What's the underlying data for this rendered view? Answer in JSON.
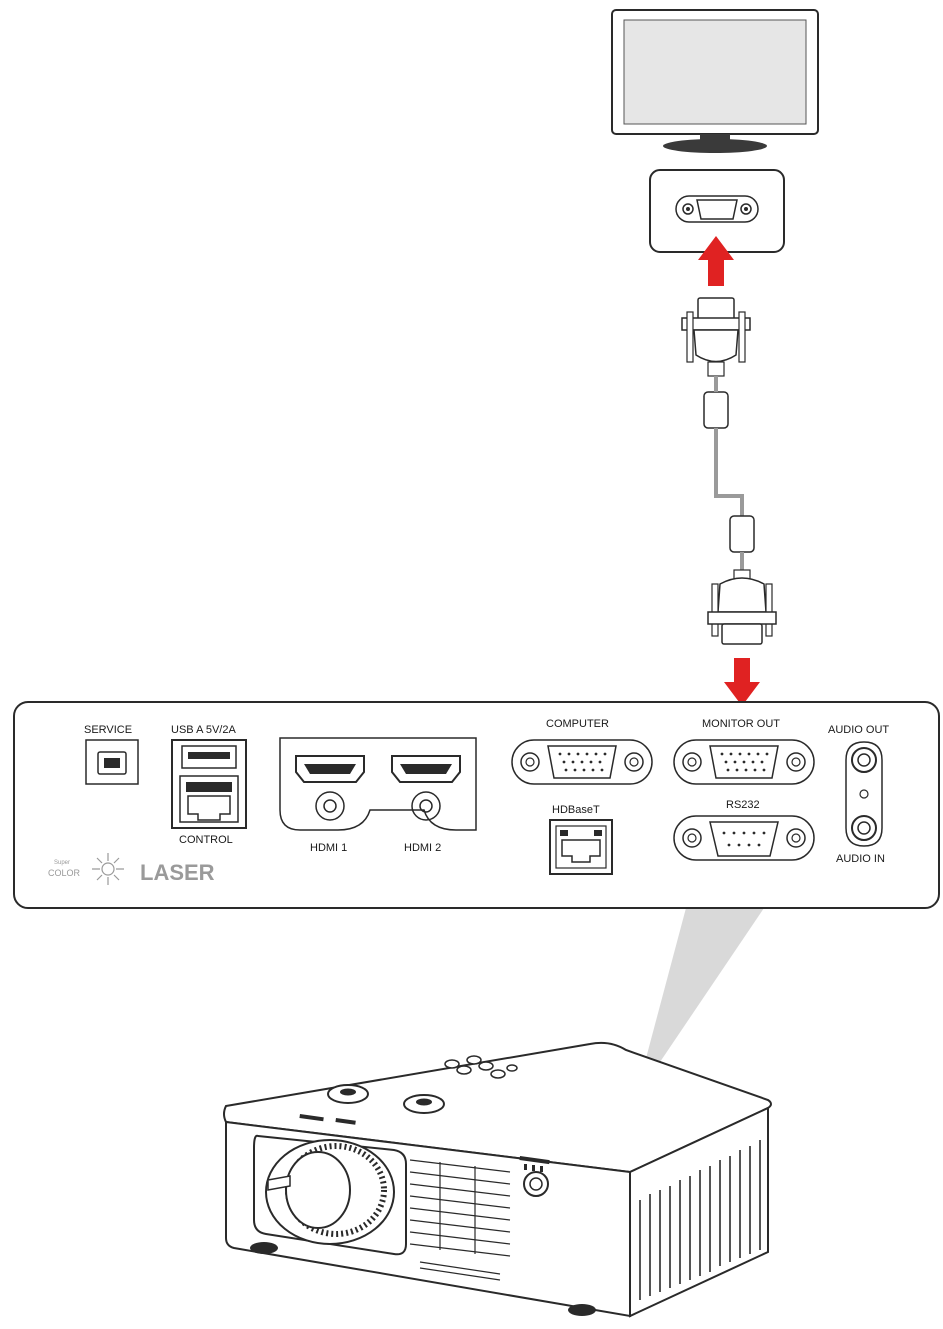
{
  "panel": {
    "labels": {
      "service": "SERVICE",
      "usb": "USB A  5V/2A",
      "control": "CONTROL",
      "hdmi1": "HDMI 1",
      "hdmi2": "HDMI 2",
      "computer": "COMPUTER",
      "hdbaset": "HDBaseT",
      "monitor_out": "MONITOR OUT",
      "rs232": "RS232",
      "audio_out": "AUDIO OUT",
      "audio_in": "AUDIO IN"
    },
    "logo": {
      "super": "Super",
      "color": "COLOR",
      "laser": "LASER"
    }
  },
  "colors": {
    "arrow": "#e02222",
    "outline": "#2a2a2a",
    "callout": "#d9d9d9",
    "screen": "#e6e6e6",
    "cable": "#9a9a9a"
  }
}
